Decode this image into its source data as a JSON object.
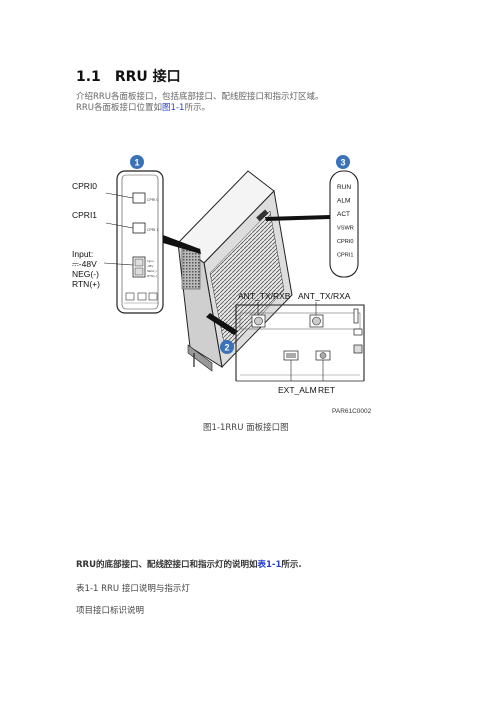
{
  "heading": {
    "number": "1.1",
    "title": "RRU 接口"
  },
  "intro": {
    "line1": "介绍RRU各面板接口，包括底部接口、配线腔接口和指示灯区域。",
    "line2_before": "RRU各面板接口位置如",
    "line2_link": "图1-1",
    "line2_after": "所示。"
  },
  "figure": {
    "callouts": [
      "1",
      "2",
      "3"
    ],
    "panel1": {
      "ports": [
        "CPRI0",
        "CPRI1"
      ],
      "power_label_lines": [
        "Input:",
        "⎓-48V",
        "NEG(-)",
        "RTN(+)"
      ],
      "small_labels": [
        "CPRI 0",
        "CPRI 1"
      ]
    },
    "indicators": [
      "RUN",
      "ALM",
      "ACT",
      "VSWR",
      "CPRI0",
      "CPRI1"
    ],
    "panel2": {
      "top_labels": [
        "ANT_TX/RXB",
        "ANT_TX/RXA"
      ],
      "bottom_labels": [
        "EXT_ALM",
        "RET"
      ]
    },
    "code": "PAR61C0002",
    "caption": "图1-1RRU 面板接口图"
  },
  "after_figure": {
    "before": "RRU的底部接口、配线腔接口和指示灯的说明如",
    "link": "表1-1",
    "after": "所示."
  },
  "table": {
    "caption": "表1-1 RRU 接口说明与指示灯",
    "header": "项目接口标识说明"
  },
  "colors": {
    "callout_blue": "#3a72b8",
    "link_blue": "#2a40d0"
  }
}
